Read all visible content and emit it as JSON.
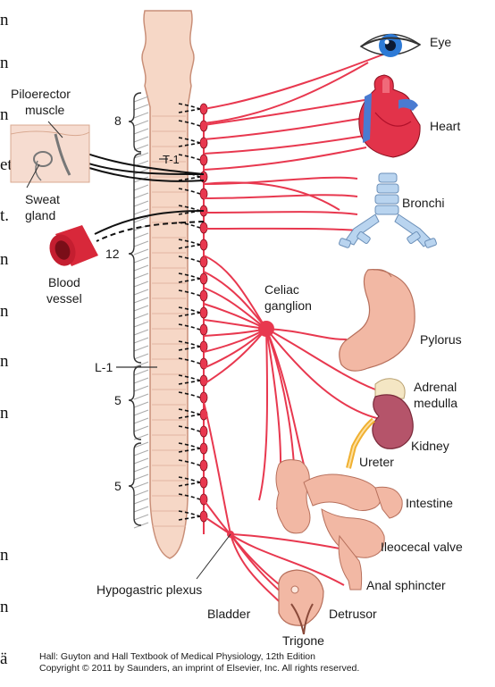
{
  "labels": {
    "eye": "Eye",
    "heart": "Heart",
    "bronchi": "Bronchi",
    "celiac_1": "Celiac",
    "celiac_2": "ganglion",
    "pylorus": "Pylorus",
    "adrenal_1": "Adrenal",
    "adrenal_2": "medulla",
    "kidney": "Kidney",
    "ureter": "Ureter",
    "intestine": "Intestine",
    "ileocecal": "Ileocecal valve",
    "anal": "Anal sphincter",
    "detrusor": "Detrusor",
    "bladder": "Bladder",
    "trigone": "Trigone",
    "hypogastric": "Hypogastric plexus",
    "piloerector_1": "Piloerector",
    "piloerector_2": "muscle",
    "sweat_1": "Sweat",
    "sweat_2": "gland",
    "blood_1": "Blood",
    "blood_2": "vessel"
  },
  "spinal_markers": {
    "c8": "8",
    "t1": "T-1",
    "t12": "12",
    "l1": "L-1",
    "l5": "5",
    "s5": "5"
  },
  "left_edge_fragments": [
    "n",
    "n",
    "n",
    "et",
    "t.",
    "n",
    "n",
    "n",
    "n",
    "n",
    "n",
    "ä"
  ],
  "credit": {
    "line1": "Hall: Guyton and Hall Textbook of Medical Physiology, 12th Edition",
    "line2": "Copyright © 2011 by Saunders, an imprint of Elsevier, Inc. All rights reserved."
  },
  "colors": {
    "nerve": "#e8384f",
    "cord": "#f6d7c6",
    "cord_stroke": "#c98f78",
    "bracket": "#333333",
    "organ_pink": "#f2b8a4",
    "heart_red": "#e2334a",
    "heart_blue": "#4a7bd1",
    "kidney": "#b5546a",
    "ureter": "#f0b030",
    "bronchi": "#b9d4ef"
  }
}
